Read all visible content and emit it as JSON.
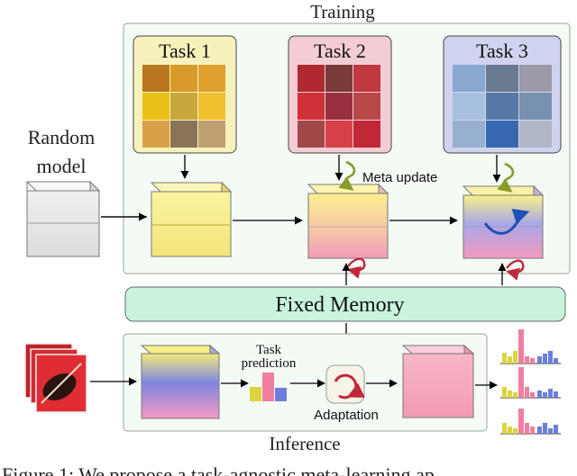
{
  "training": {
    "title": "Training",
    "tasks": [
      {
        "label": "Task 1",
        "color": "#f7f2bb"
      },
      {
        "label": "Task 2",
        "color": "#f4cdd4"
      },
      {
        "label": "Task 3",
        "color": "#cfd3ef"
      }
    ],
    "meta_update_label": "Meta update"
  },
  "random_model": {
    "line1": "Random",
    "line2": "model"
  },
  "fixed_memory": {
    "label": "Fixed Memory",
    "color": "#c9f3dc"
  },
  "inference": {
    "title": "Inference",
    "task_prediction_line1": "Task",
    "task_prediction_line2": "prediction",
    "adaptation_label": "Adaptation"
  },
  "caption": "Figure 1: We propose a task-agnostic meta-learning ap",
  "colors": {
    "panel_fill": "#f4faf4",
    "arrow": "#000000",
    "meta_arrow": "#8a9a2a",
    "loop_arrow": "#c0283c",
    "trajectory_arrow": "#1e4fb5",
    "bar_pink": "#f07fa0",
    "bar_yellow": "#d9d540",
    "bar_blue": "#6b7fd8"
  }
}
